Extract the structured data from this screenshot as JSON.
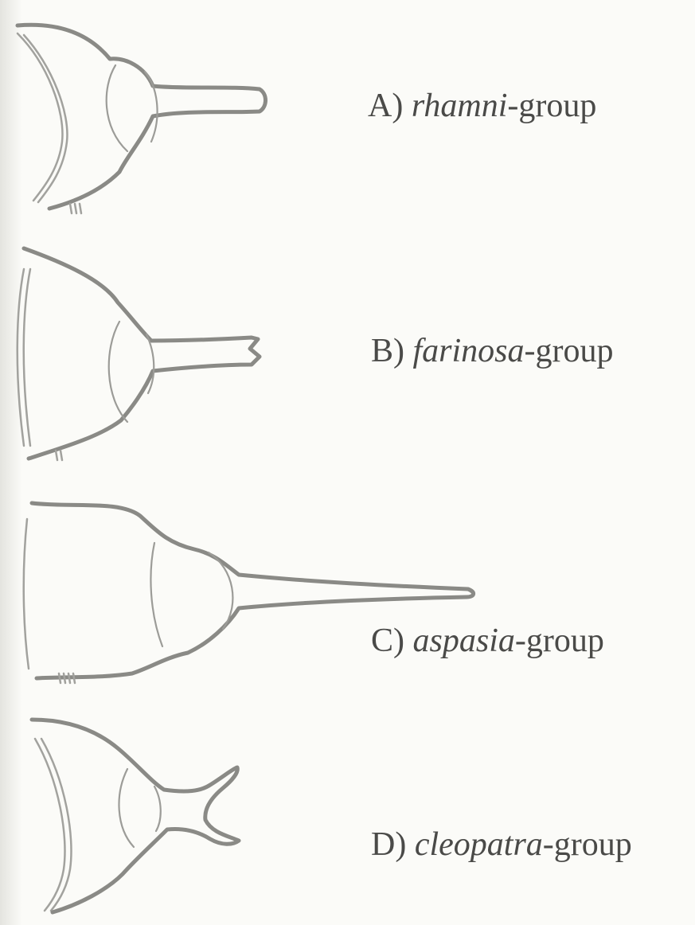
{
  "figure": {
    "stroke_color": "#8a8a86",
    "background": "#fbfbf8",
    "panels": [
      {
        "letter": "A)",
        "name": "rhamni",
        "suffix": "-group",
        "tail": "club"
      },
      {
        "letter": "B)",
        "name": "farinosa",
        "suffix": "-group",
        "tail": "notched"
      },
      {
        "letter": "C)",
        "name": "aspasia",
        "suffix": "-group",
        "tail": "long-pointed"
      },
      {
        "letter": "D)",
        "name": "cleopatra",
        "suffix": "-group",
        "tail": "forked"
      }
    ]
  }
}
